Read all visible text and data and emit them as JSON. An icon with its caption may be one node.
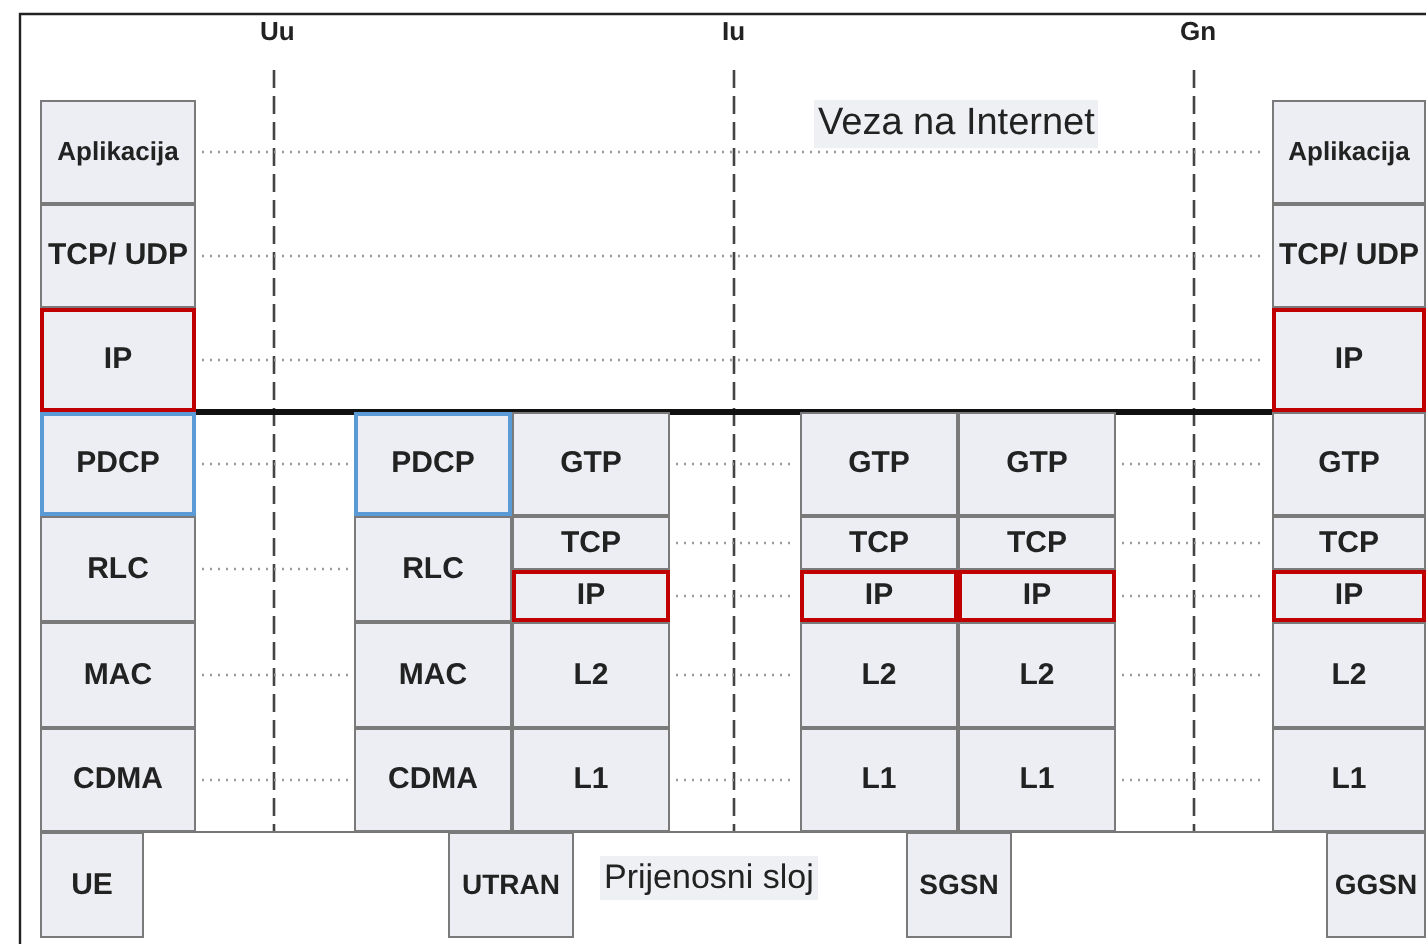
{
  "diagram": {
    "nodes": [
      {
        "text": [
          "Aplikacija"
        ]
      },
      {
        "text": [
          "TCP/ UDP"
        ]
      },
      {
        "text": [
          "IP"
        ]
      },
      {
        "text": [
          "PDCP"
        ]
      },
      {
        "text": [
          "RLC"
        ]
      },
      {
        "text": [
          "MAC"
        ]
      },
      {
        "text": [
          "CDMA"
        ]
      },
      {
        "text": [
          "UE"
        ]
      },
      {
        "text": [
          "PDCP"
        ]
      },
      {
        "text": [
          "RLC"
        ]
      },
      {
        "text": [
          "MAC"
        ]
      },
      {
        "text": [
          "CDMA"
        ]
      },
      {
        "text": [
          "GTP"
        ]
      },
      {
        "text": [
          "TCP"
        ]
      },
      {
        "text": [
          "IP"
        ]
      },
      {
        "text": [
          "L2"
        ]
      },
      {
        "text": [
          "L1"
        ]
      },
      {
        "text": [
          "UTRAN"
        ]
      },
      {
        "text": [
          "GTP"
        ]
      },
      {
        "text": [
          "TCP"
        ]
      },
      {
        "text": [
          "IP"
        ]
      },
      {
        "text": [
          "L2"
        ]
      },
      {
        "text": [
          "L1"
        ]
      },
      {
        "text": [
          "GTP"
        ]
      },
      {
        "text": [
          "TCP"
        ]
      },
      {
        "text": [
          "IP"
        ]
      },
      {
        "text": [
          "L2"
        ]
      },
      {
        "text": [
          "L1"
        ]
      },
      {
        "text": [
          "SGSN"
        ]
      },
      {
        "text": [
          "Aplikacija"
        ]
      },
      {
        "text": [
          "TCP/ UDP"
        ]
      },
      {
        "text": [
          "IP"
        ]
      },
      {
        "text": [
          "GTP"
        ]
      },
      {
        "text": [
          "TCP"
        ]
      },
      {
        "text": [
          "IP"
        ]
      },
      {
        "text": [
          "L2"
        ]
      },
      {
        "text": [
          "L1"
        ]
      },
      {
        "text": [
          "GGSN"
        ]
      }
    ],
    "edges": [
      {
        "from": 0,
        "to": 29,
        "arrow": "none",
        "style": "dashed"
      },
      {
        "from": 1,
        "to": 30,
        "arrow": "none",
        "style": "dashed"
      },
      {
        "from": 2,
        "to": 31,
        "arrow": "none",
        "style": "dashed"
      },
      {
        "from": 3,
        "to": 8,
        "arrow": "none",
        "style": "dashed"
      },
      {
        "from": 4,
        "to": 9,
        "arrow": "none",
        "style": "dashed"
      },
      {
        "from": 5,
        "to": 10,
        "arrow": "none",
        "style": "dashed"
      },
      {
        "from": 6,
        "to": 11,
        "arrow": "none",
        "style": "dashed"
      },
      {
        "from": 12,
        "to": 18,
        "arrow": "none",
        "style": "dashed"
      },
      {
        "from": 13,
        "to": 19,
        "arrow": "none",
        "style": "dashed"
      },
      {
        "from": 14,
        "to": 20,
        "arrow": "none",
        "style": "dashed"
      },
      {
        "from": 15,
        "to": 21,
        "arrow": "none",
        "style": "dashed"
      },
      {
        "from": 16,
        "to": 22,
        "arrow": "none",
        "style": "dashed"
      },
      {
        "from": 23,
        "to": 32,
        "arrow": "none",
        "style": "dashed"
      },
      {
        "from": 24,
        "to": 33,
        "arrow": "none",
        "style": "dashed"
      },
      {
        "from": 25,
        "to": 34,
        "arrow": "none",
        "style": "dashed"
      },
      {
        "from": 26,
        "to": 35,
        "arrow": "none",
        "style": "dashed"
      },
      {
        "from": 27,
        "to": 36,
        "arrow": "none",
        "style": "dashed"
      }
    ],
    "labels": [
      "Uu",
      "Iu",
      "Gn",
      "Veza na Internet",
      "Prijenosni sloj"
    ]
  }
}
